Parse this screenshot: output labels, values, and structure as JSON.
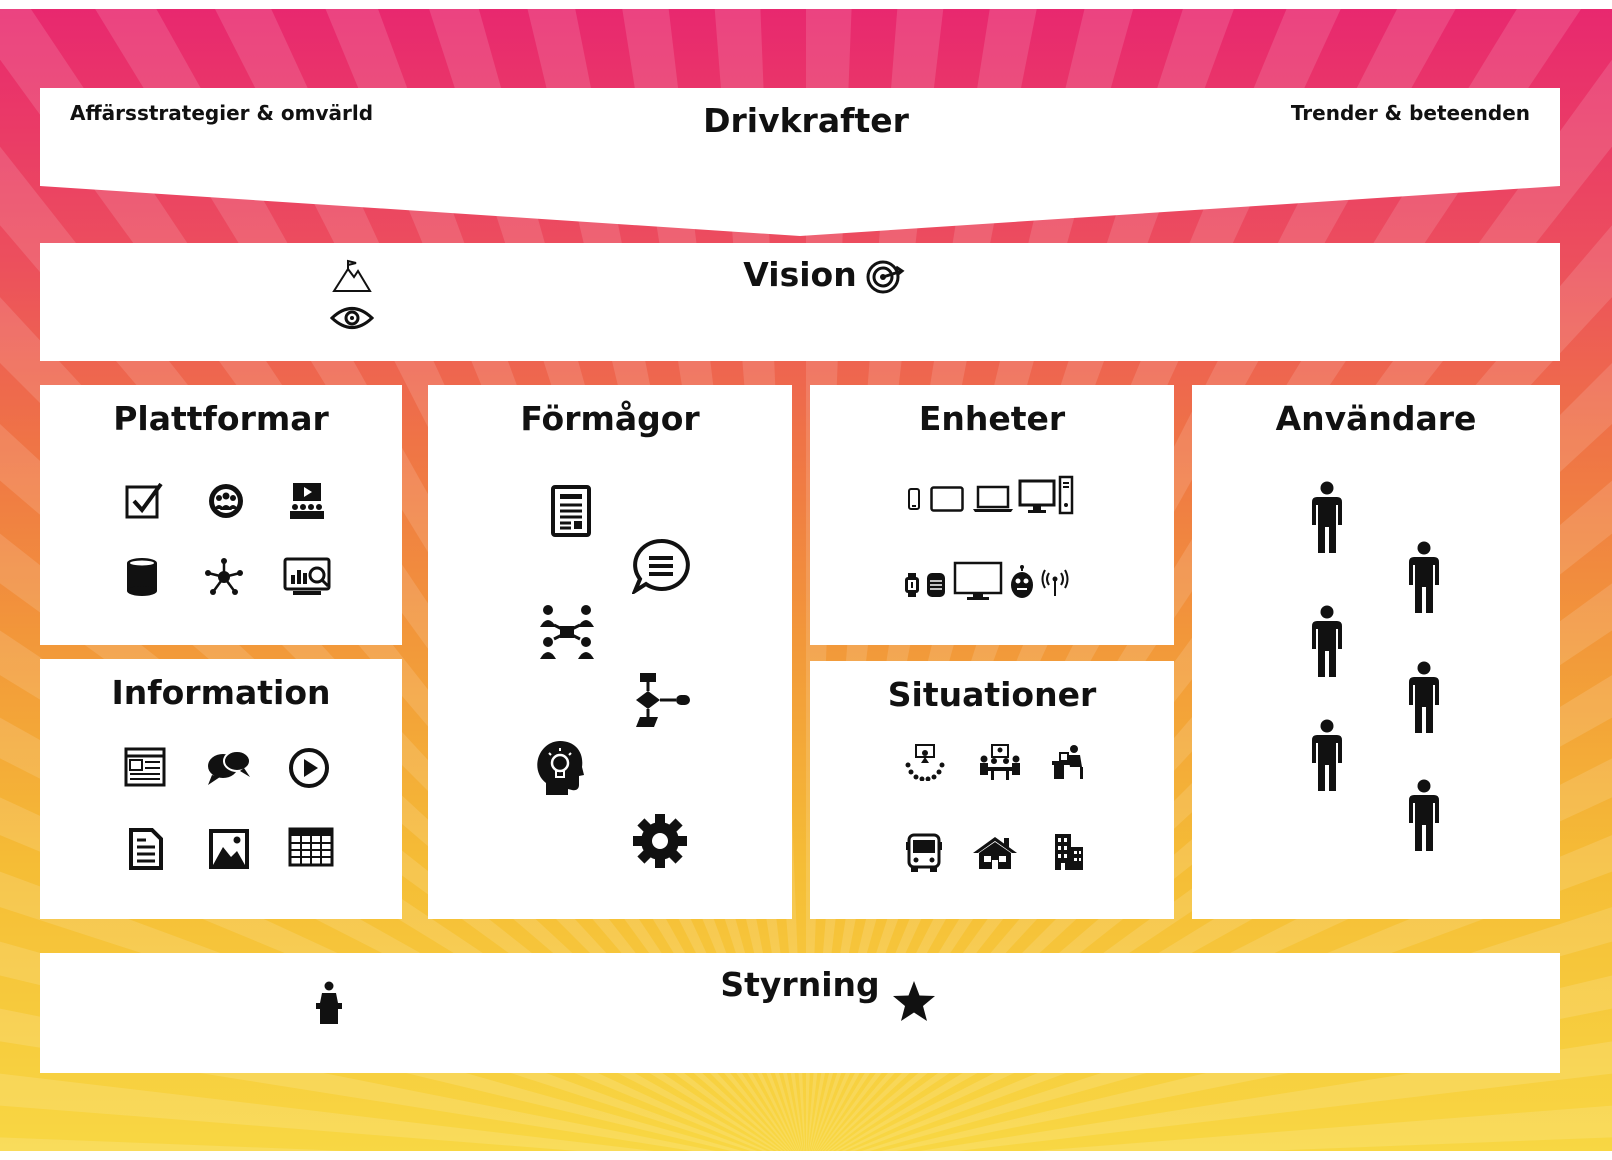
{
  "drivkrafter": {
    "title": "Drivkrafter",
    "left_label": "Affärsstrategier & omvärld",
    "right_label": "Trender & beteenden"
  },
  "vision": {
    "title": "Vision",
    "icons": [
      "mountain-flag-icon",
      "eye-icon",
      "target-icon"
    ]
  },
  "plattformar": {
    "title": "Plattformar",
    "icons": [
      "checkbox-icon",
      "team-circle-icon",
      "video-presentation-icon",
      "database-icon",
      "network-node-icon",
      "analytics-monitor-icon"
    ]
  },
  "information": {
    "title": "Information",
    "icons": [
      "web-page-icon",
      "chat-bubbles-icon",
      "play-button-icon",
      "document-icon",
      "image-icon",
      "spreadsheet-icon"
    ]
  },
  "formagor": {
    "title": "Förmågor",
    "icons": [
      "report-document-icon",
      "speech-bubble-icon",
      "people-network-icon",
      "flowchart-icon",
      "idea-head-icon",
      "gear-icon"
    ]
  },
  "enheter": {
    "title": "Enheter",
    "icons": [
      "phone-icon",
      "tablet-icon",
      "laptop-icon",
      "desktop-icon",
      "watch-icon",
      "smart-speaker-icon",
      "tv-icon",
      "robot-icon",
      "wireless-signal-icon"
    ]
  },
  "situationer": {
    "title": "Situationer",
    "icons": [
      "audience-icon",
      "meeting-icon",
      "desk-work-icon",
      "bus-icon",
      "house-icon",
      "office-building-icon"
    ]
  },
  "anvandare": {
    "title": "Användare",
    "icons": [
      "person-icon",
      "person-icon",
      "person-icon",
      "person-icon",
      "person-icon",
      "person-icon"
    ]
  },
  "styrning": {
    "title": "Styrning",
    "icons": [
      "speaker-podium-icon",
      "star-icon"
    ]
  },
  "colors": {
    "top": "#e8286f",
    "middle": "#f2973a",
    "bottom": "#f8d743",
    "panel": "#ffffff"
  }
}
